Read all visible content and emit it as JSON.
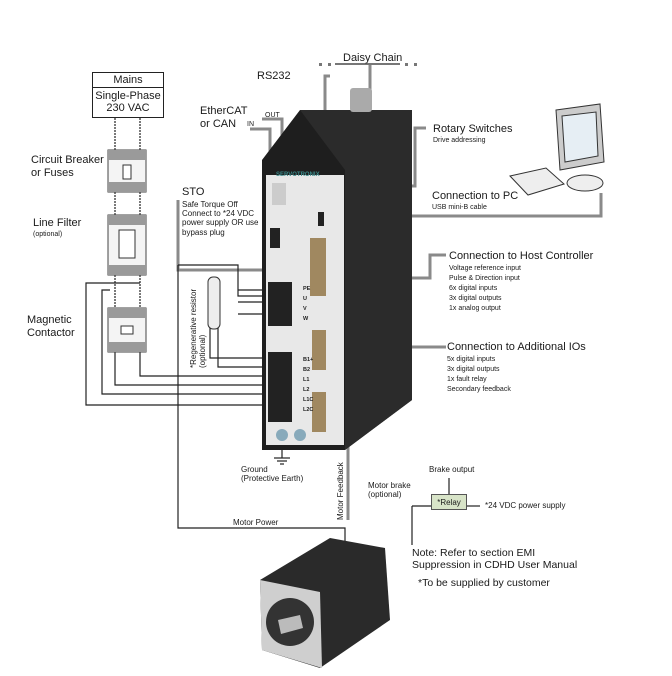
{
  "title": "CDHD Servo Drive Wiring Overview",
  "brand": "SERVOTRONIX",
  "labels": {
    "mains": {
      "title": "Mains",
      "line1": "Single-Phase",
      "line2": "230 VAC"
    },
    "circuit_breaker": {
      "line1": "Circuit Breaker",
      "line2": "or Fuses"
    },
    "line_filter": {
      "title": "Line Filter",
      "note": "(optional)"
    },
    "magnetic_contactor": {
      "line1": "Magnetic",
      "line2": "Contactor"
    },
    "daisy_chain": "Daisy Chain",
    "rs232": "RS232",
    "fieldbus": {
      "line1": "EtherCAT",
      "line2": "or  CAN",
      "in": "IN",
      "out": "OUT"
    },
    "sto": {
      "title": "STO",
      "desc": [
        "Safe Torque Off",
        "Connect to *24 VDC",
        "power supply OR use",
        "bypass plug"
      ]
    },
    "rotary_switches": {
      "title": "Rotary Switches",
      "desc": "Drive addressing"
    },
    "pc_connection": {
      "title": "Connection to PC",
      "desc": "USB mini-B cable"
    },
    "host_controller": {
      "title": "Connection to Host Controller",
      "items": [
        "Voltage reference input",
        "Pulse & Direction input",
        "6x digital inputs",
        "3x digital outputs",
        "1x analog output"
      ]
    },
    "additional_ios": {
      "title": "Connection to Additional IOs",
      "items": [
        "5x digital inputs",
        "3x digital outputs",
        "1x fault relay",
        "Secondary feedback"
      ]
    },
    "regen_resistor": {
      "line1": "*Regenerative resistor",
      "line2": "(optional)"
    },
    "ground": {
      "line1": "Ground",
      "line2": "(Protective Earth)"
    },
    "motor_feedback": "Motor Feedback",
    "motor_power": "Motor Power",
    "motor_brake": {
      "line1": "Motor brake",
      "line2": "(optional)"
    },
    "brake_output": "Brake output",
    "relay": "*Relay",
    "supply_24v": "*24 VDC power supply",
    "note": {
      "line1": "Note: Refer to section EMI",
      "line2": "Suppression in CDHD User Manual"
    },
    "customer_note": "*To be supplied by customer",
    "motor_pins": [
      "PE",
      "U",
      "V",
      "W"
    ],
    "power_pins": [
      "B1+",
      "B2",
      "L1",
      "L2",
      "L1C",
      "L2C"
    ]
  },
  "colors": {
    "leader_line": "#8a8a8a",
    "drive_body": "#1e1e1e",
    "relay_fill": "#d8e4c8"
  }
}
